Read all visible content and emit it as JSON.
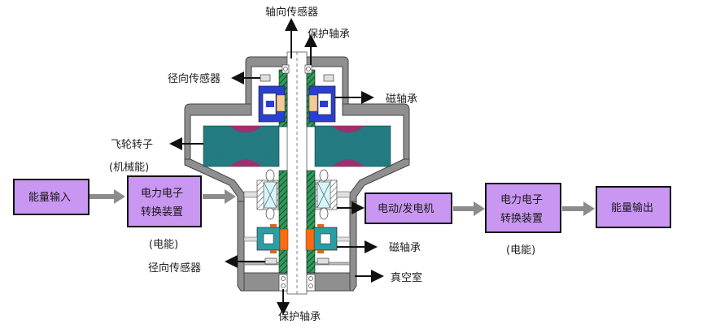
{
  "title": "飞轮储能系统结构示意图",
  "colors": {
    "box_fill": "#c996f2",
    "box_border": "#111111",
    "flow_arrow": "#8c8c8c",
    "housing": "#8f8f8f",
    "housing_edge": "#444444",
    "rotor": "#1f7f80",
    "rotor_accent": "#b0246b",
    "magnetic_bearing_top": "#2a3fd1",
    "magnetic_bearing_bottom": "#2a9ea3",
    "shaft_sleeve": "#2f9a5a",
    "motor_coil": "#d6f6fb",
    "bottom_core": "#ff6a10",
    "top_core": "#f7c995"
  },
  "flow": {
    "input": "能量输入",
    "converter_left_line1": "电力电子",
    "converter_left_line2": "转换装置",
    "left_energy": "(电能)",
    "motor_generator": "电动/发电机",
    "converter_right_line1": "电力电子",
    "converter_right_line2": "转换装置",
    "right_energy": "(电能)",
    "output": "能量输出"
  },
  "callouts": {
    "axial_sensor": "轴向传感器",
    "protect_bearing_top": "保护轴承",
    "radial_sensor_top": "径向传感器",
    "magnetic_bearing_top": "磁轴承",
    "flywheel_rotor": "飞轮转子",
    "mechanical_energy": "(机械能)",
    "magnetic_bearing_bottom": "磁轴承",
    "radial_sensor_bottom": "径向传感器",
    "vacuum_chamber": "真空室",
    "protect_bearing_bottom": "保护轴承"
  }
}
